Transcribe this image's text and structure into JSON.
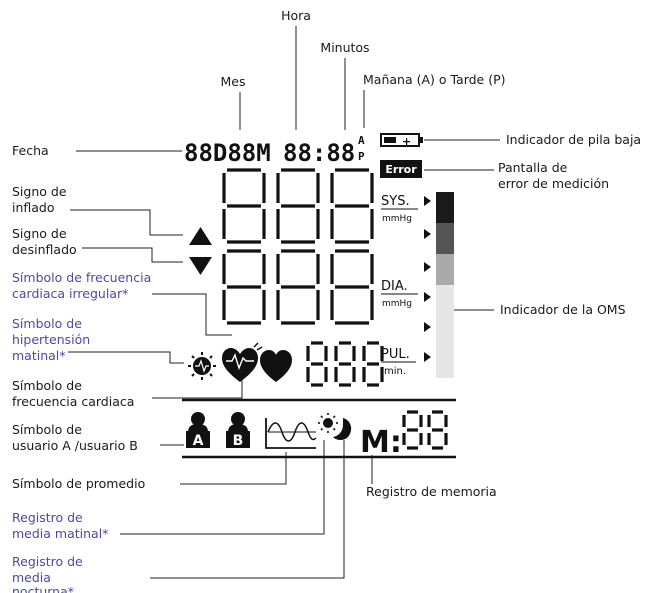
{
  "callouts": {
    "hora": "Hora",
    "minutos": "Minutos",
    "mes": "Mes",
    "am_pm": "Mañana (A) o Tarde (P)",
    "fecha": "Fecha",
    "pila_baja": "Indicador de pila baja",
    "error_1": "Pantalla de",
    "error_2": "error de medición",
    "inflado_1": "Signo de",
    "inflado_2": "inflado",
    "desinflado_1": "Signo de",
    "desinflado_2": "desinflado",
    "irregular_1": "Símbolo de frecuencia",
    "irregular_2": "cardiaca irregular*",
    "hipertension_1": "Símbolo de",
    "hipertension_2": "hipertensión",
    "hipertension_3": "matinal*",
    "oms": "Indicador de la OMS",
    "frecuencia_1": "Símbolo de",
    "frecuencia_2": "frecuencia cardiaca",
    "usuario_1": "Símbolo de",
    "usuario_2": "usuario A /usuario B",
    "promedio": "Símbolo de promedio",
    "memoria": "Registro de memoria",
    "matinal_1": "Registro de",
    "matinal_2": "media matinal*",
    "nocturna_1": "Registro de",
    "nocturna_2": "media",
    "nocturna_3": "nocturna*"
  },
  "display": {
    "date": "88D88M",
    "time": "88:88",
    "am": "A",
    "pm": "P",
    "error_badge": "Error",
    "sys": "SYS.",
    "sys_unit": "mmHg",
    "dia": "DIA.",
    "dia_unit": "mmHg",
    "pul": "PUL.",
    "pul_unit": "min.",
    "user_a": "A",
    "user_b": "B",
    "memory_label": "M:",
    "memory_digits": "88"
  },
  "colors": {
    "label_text": "#1a1a1a",
    "blue_label_text": "#4a4aa8",
    "lcd": "#111111",
    "oms_levels": [
      "#1a1a1a",
      "#555555",
      "#aaaaaa",
      "#e6e6e6",
      "#e6e6e6",
      "#e6e6e6"
    ]
  }
}
